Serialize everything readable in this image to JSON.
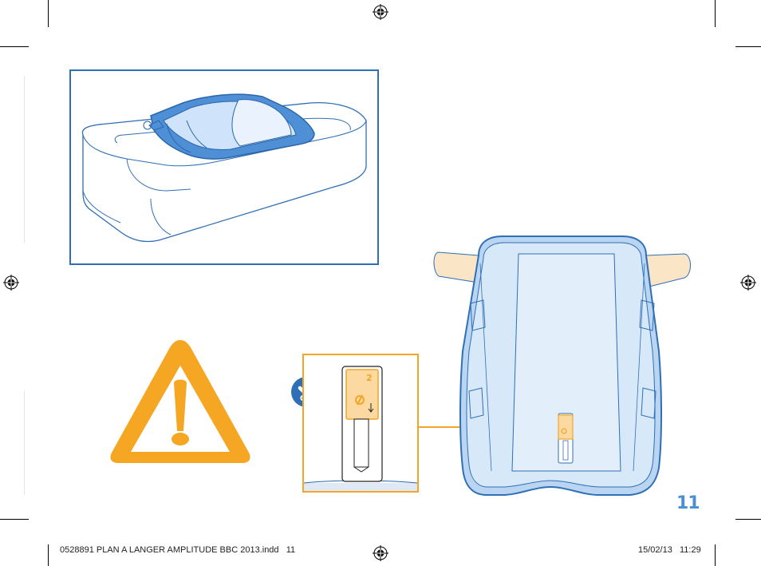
{
  "page": {
    "number": "11"
  },
  "footer": {
    "file_info": "0528891 PLAN A LANGER AMPLITUDE BBC 2013.indd   11",
    "date_time": "15/02/13   11:29"
  },
  "ok_badge": {
    "label": "OK"
  },
  "slider_detail": {
    "marker": "2"
  },
  "colors": {
    "blue": "#2f6fb5",
    "light_blue": "#9cc3ec",
    "orange": "#f4a527",
    "warning": "#f5a623"
  }
}
